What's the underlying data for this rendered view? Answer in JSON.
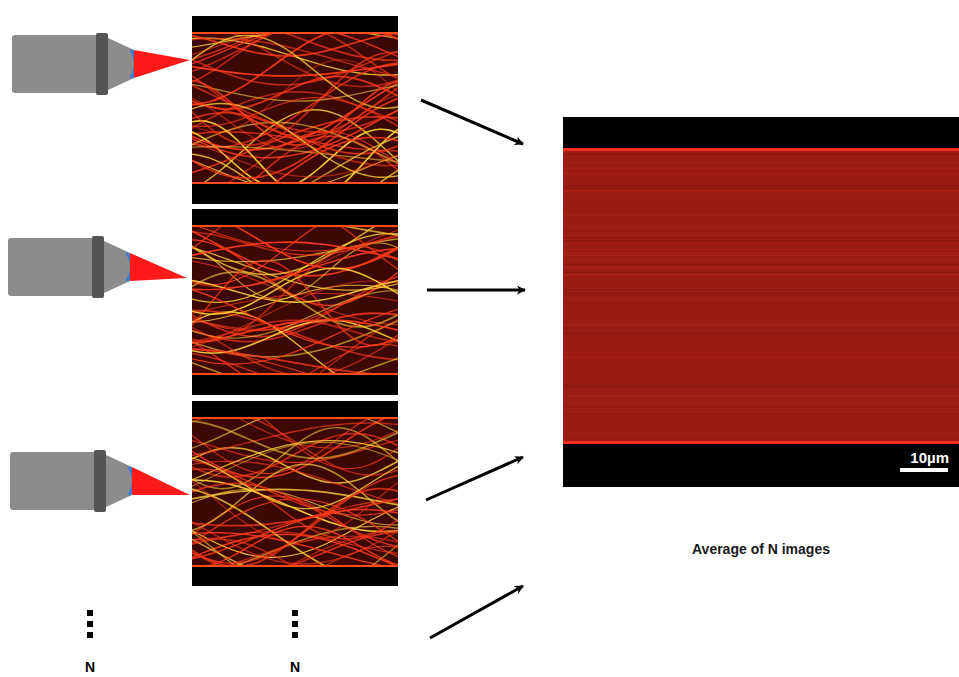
{
  "diagram": {
    "nodes": [
      {
        "text": [
          "10µm",
          "Average of N images"
        ]
      }
    ],
    "labels": [
      "N",
      "N"
    ]
  }
}
